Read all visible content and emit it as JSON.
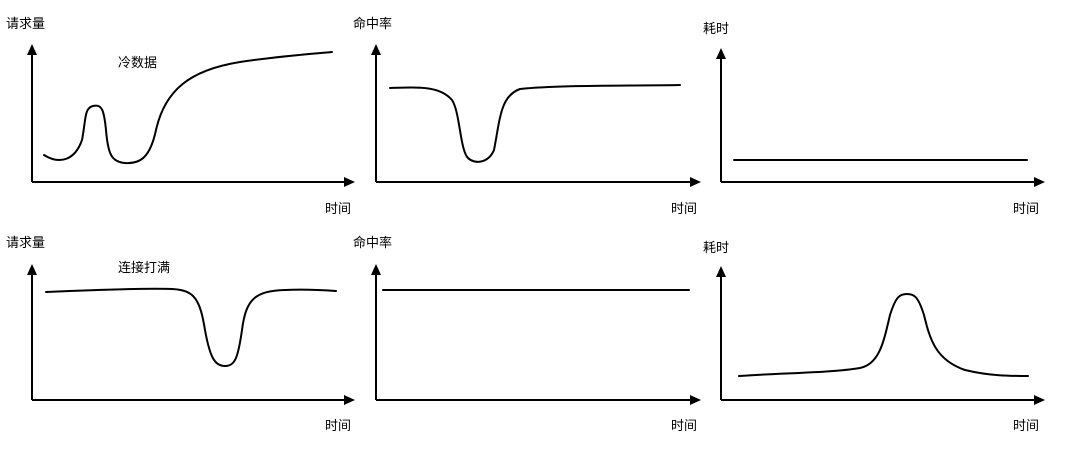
{
  "rows": [
    {
      "annotation": "冷数据",
      "panels": [
        {
          "y_label": "请求量",
          "x_label": "时间",
          "curve": "spike-dip-rise"
        },
        {
          "y_label": "命中率",
          "x_label": "时间",
          "curve": "dip"
        },
        {
          "y_label": "耗时",
          "x_label": "时间",
          "curve": "flat"
        }
      ]
    },
    {
      "annotation": "连接打满",
      "panels": [
        {
          "y_label": "请求量",
          "x_label": "时间",
          "curve": "dip"
        },
        {
          "y_label": "命中率",
          "x_label": "时间",
          "curve": "flat"
        },
        {
          "y_label": "耗时",
          "x_label": "时间",
          "curve": "peak"
        }
      ]
    }
  ]
}
